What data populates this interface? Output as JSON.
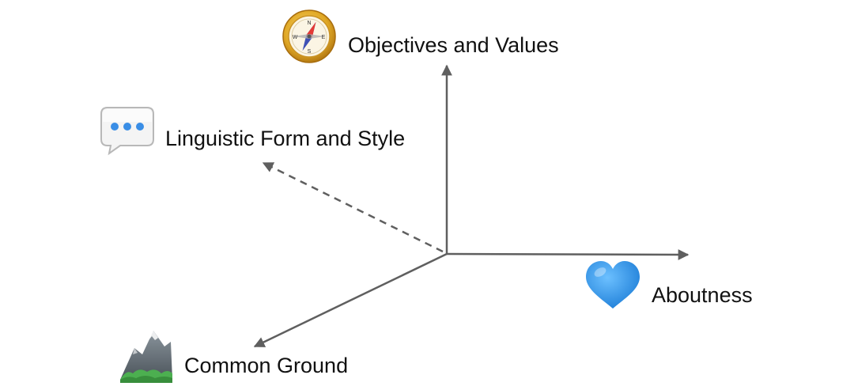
{
  "axes": {
    "objectives": {
      "label": "Objectives and Values",
      "icon": "compass-icon"
    },
    "form": {
      "label": "Linguistic Form and Style",
      "icon": "speech-bubble-icon"
    },
    "aboutness": {
      "label": "Aboutness",
      "icon": "blue-heart-icon"
    },
    "common_ground": {
      "label": "Common Ground",
      "icon": "mountain-icon"
    }
  },
  "colors": {
    "axis": "#5f5f5f",
    "heart": "#2f8fe0",
    "compass_ring": "#e0a825",
    "bubble_dots": "#3a8ee6",
    "mountain": "#5d6770",
    "grass": "#4caf50"
  }
}
